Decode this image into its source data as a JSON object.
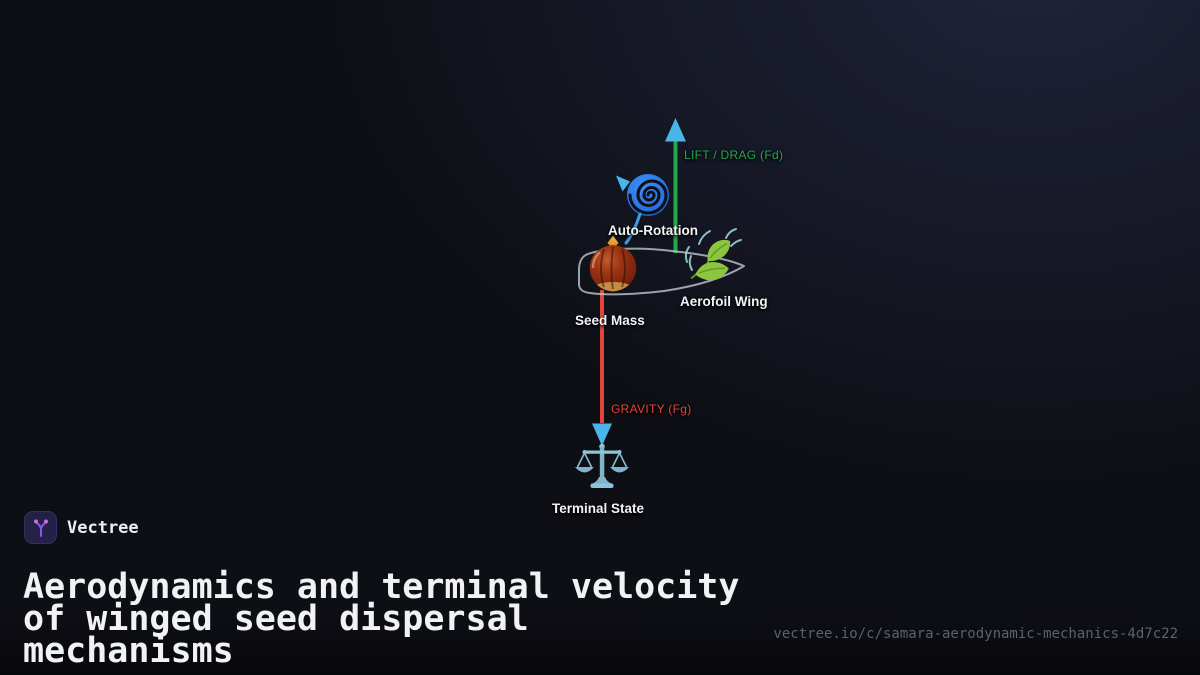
{
  "page": {
    "background_color": "#0e0f15",
    "glow_color": "#2e345a"
  },
  "diagram": {
    "forces": {
      "lift_label": "LIFT / DRAG (Fd)",
      "lift_color": "#22a94e",
      "gravity_label": "GRAVITY (Fg)",
      "gravity_color": "#e2463a",
      "arrow_color": "#49b5e8"
    },
    "nodes": {
      "auto_rotation": "Auto-Rotation",
      "aerofoil_wing": "Aerofoil Wing",
      "seed_mass": "Seed Mass",
      "terminal_state": "Terminal State"
    },
    "wing_outline_color": "#bcc7d2",
    "icon_colors": {
      "cyclone_disc": "#2e7ee8",
      "seed_body": "#9c3513",
      "leaf": "#8cc63e",
      "scale": "#82b7cd"
    }
  },
  "footer": {
    "brand": "Vectree",
    "brand_accent": "#8a55e8",
    "title": "Aerodynamics and terminal velocity of winged seed dispersal mechanisms",
    "link": "vectree.io/c/samara-aerodynamic-mechanics-4d7c22"
  }
}
